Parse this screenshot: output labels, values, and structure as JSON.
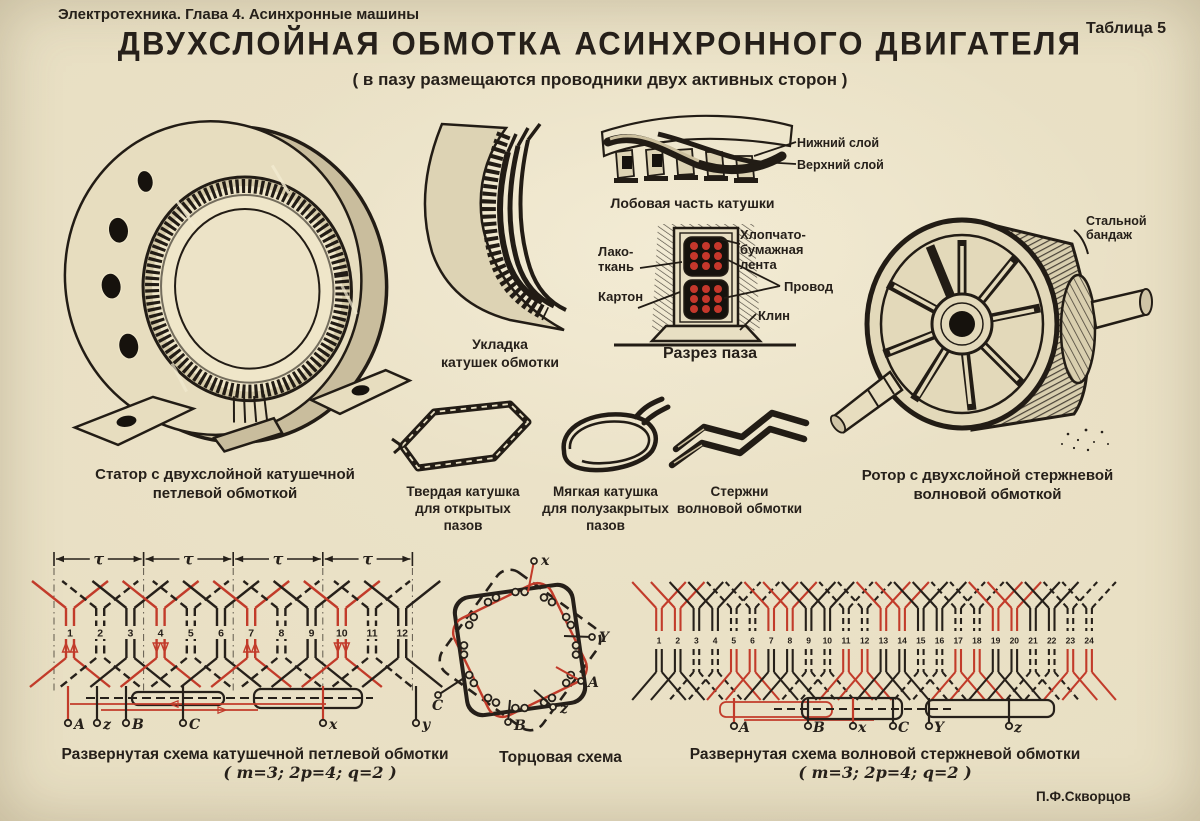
{
  "colors": {
    "paper": "#e8dfc3",
    "ink": "#26201a",
    "red": "#c23b2a"
  },
  "header": {
    "course": "Электротехника.  Глава 4. Асинхронные машины",
    "table_ref": "Таблица 5",
    "title": "ДВУХСЛОЙНАЯ ОБМОТКА АСИНХРОННОГО ДВИГАТЕЛЯ",
    "subtitle": "( в пазу размещаются проводники двух активных сторон )"
  },
  "figures": {
    "stator": {
      "caption": "Статор с двухслойной катушечной\nпетлевой обмоткой"
    },
    "laying": {
      "caption": "Укладка\nкатушек обмотки"
    },
    "end_turn": {
      "caption": "Лобовая часть катушки",
      "label_lower": "Нижний слой",
      "label_upper": "Верхний слой"
    },
    "slot_section": {
      "caption": "Разрез паза",
      "label_varnish": "Лако-\nткань",
      "label_cardboard": "Картон",
      "label_tape": "Хлопчато-\nбумажная\nлента",
      "label_wire": "Провод",
      "label_wedge": "Клин"
    },
    "hard_coil": {
      "caption": "Твердая катушка\nдля открытых\nпазов"
    },
    "soft_coil": {
      "caption": "Мягкая катушка\nдля полузакрытых\nпазов"
    },
    "wave_bars": {
      "caption": "Стержни\nволновой обмотки"
    },
    "rotor": {
      "caption": "Ротор с двухслойной стержневой\nволновой обмоткой",
      "label_band": "Стальной\nбандаж"
    }
  },
  "schematics": {
    "loop": {
      "caption": "Развернутая схема катушечной петлевой обмотки",
      "params": "( m=3;  2p=4;  q=2 )",
      "pitch_symbol": "τ",
      "slots": [
        "1",
        "2",
        "3",
        "4",
        "5",
        "6",
        "7",
        "8",
        "9",
        "10",
        "11",
        "12"
      ],
      "terminals": [
        "A",
        "z",
        "B",
        "C",
        "x",
        "y"
      ]
    },
    "end_view": {
      "caption": "Торцовая схема",
      "terminals": [
        "x",
        "Y",
        "A",
        "z",
        "B",
        "C"
      ]
    },
    "wave": {
      "caption": "Развернутая схема волновой стержневой обмотки",
      "params": "( m=3;  2p=4;  q=2 )",
      "slots": [
        "1",
        "2",
        "3",
        "4",
        "5",
        "6",
        "7",
        "8",
        "9",
        "10",
        "11",
        "12",
        "13",
        "14",
        "15",
        "16",
        "17",
        "18",
        "19",
        "20",
        "21",
        "22",
        "23",
        "24"
      ],
      "terminals": [
        "A",
        "B",
        "x",
        "C",
        "Y",
        "z"
      ]
    }
  },
  "footer": {
    "author": "П.Ф.Скворцов"
  }
}
